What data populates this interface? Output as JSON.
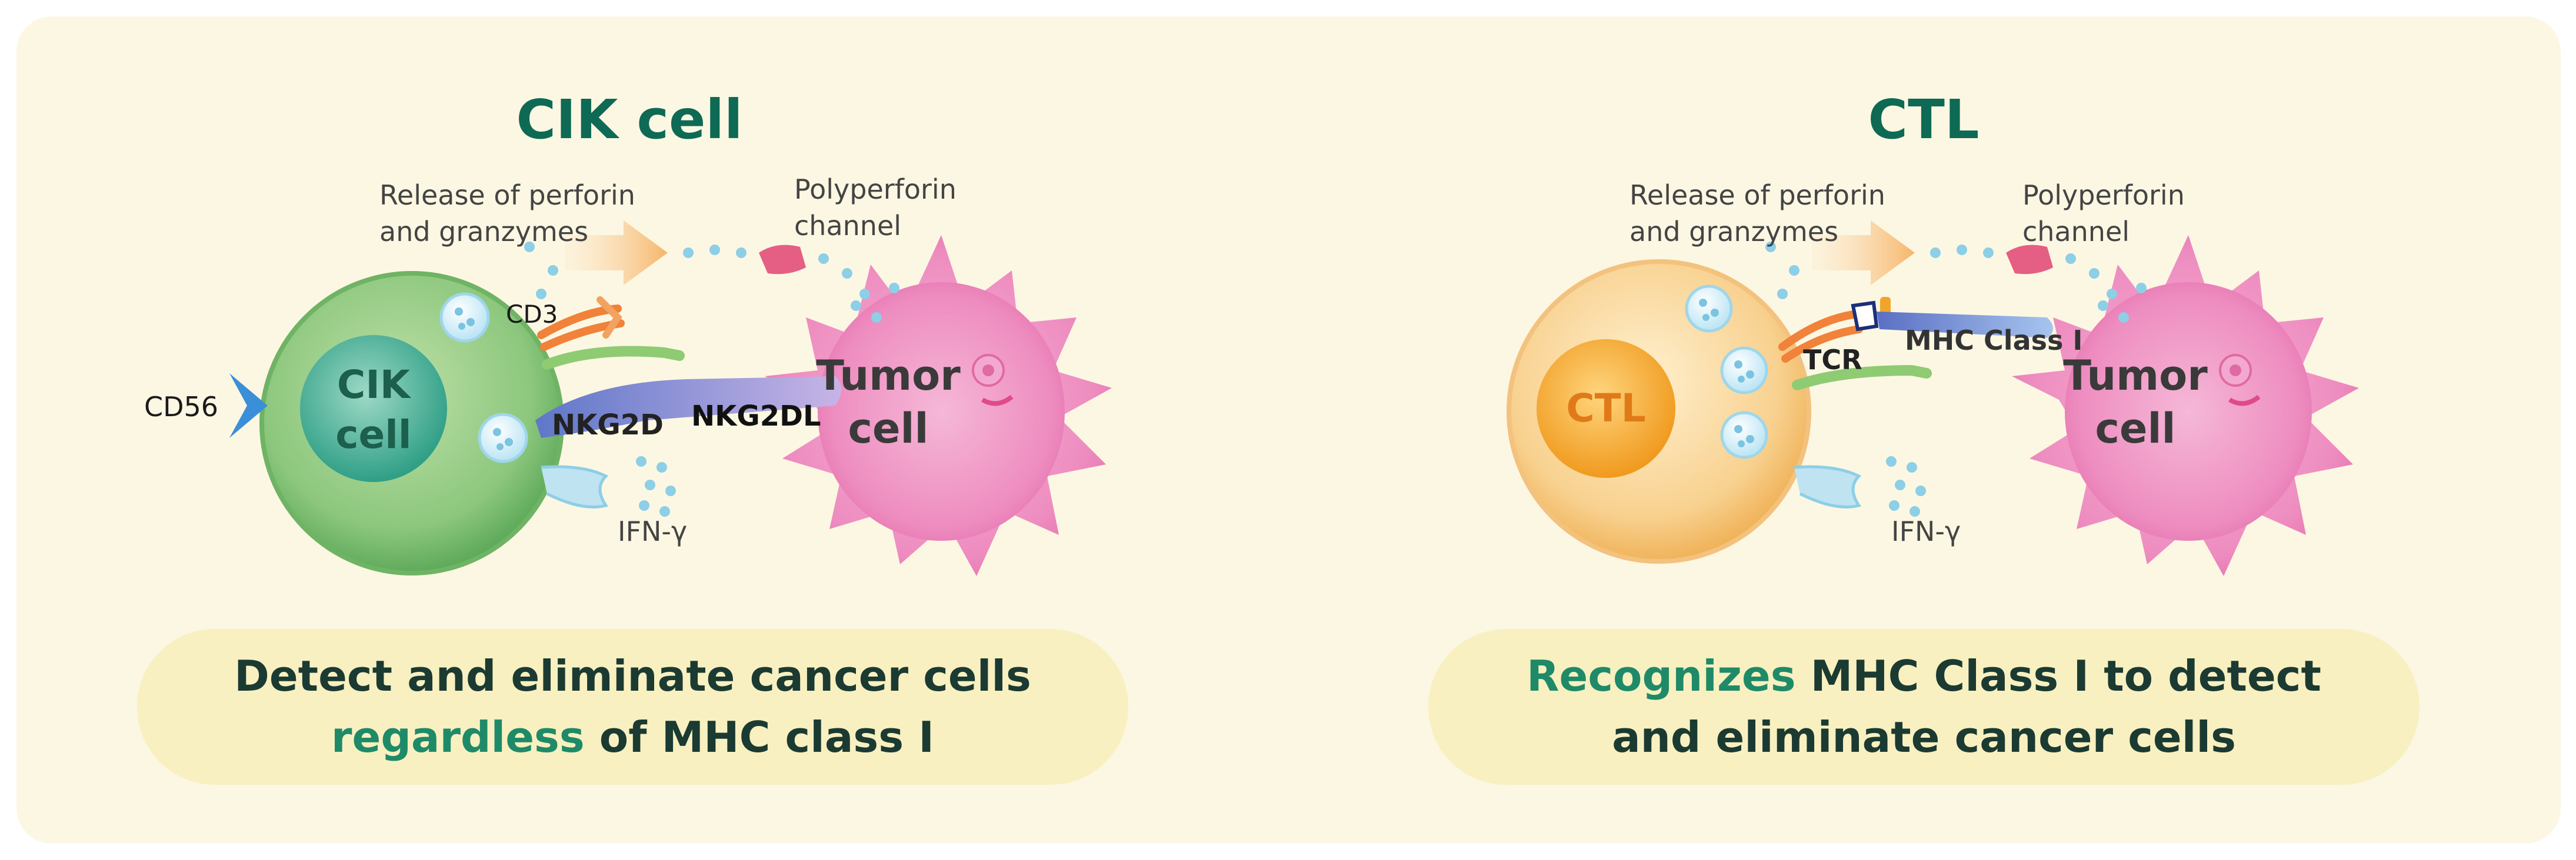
{
  "left_panel": {
    "title": "CIK cell",
    "perforin_label_line1": "Release of perforin",
    "perforin_label_line2": "and granzymes",
    "channel_label_line1": "Polyperforin",
    "channel_label_line2": "channel",
    "cd3_label": "CD3",
    "cd56_label": "CD56",
    "cell_label_line1": "CIK",
    "cell_label_line2": "cell",
    "nkg2d_label": "NKG2D",
    "nkg2dl_label": "NKG2DL",
    "tumor_label_line1": "Tumor",
    "tumor_label_line2": "cell",
    "ifn_label": "IFN-γ",
    "caption_line1": "Detect and eliminate cancer cells",
    "caption_highlight": "regardless",
    "caption_line2_rest": " of MHC class I"
  },
  "right_panel": {
    "title": "CTL",
    "perforin_label_line1": "Release of perforin",
    "perforin_label_line2": "and granzymes",
    "channel_label_line1": "Polyperforin",
    "channel_label_line2": "channel",
    "tcr_label": "TCR",
    "mhc_label": "MHC Class I",
    "cell_label": "CTL",
    "tumor_label_line1": "Tumor",
    "tumor_label_line2": "cell",
    "ifn_label": "IFN-γ",
    "caption_highlight": "Recognizes",
    "caption_line1_rest": " MHC Class I to detect",
    "caption_line2": "and eliminate cancer cells"
  },
  "colors": {
    "background_panel": "#fcf7e3",
    "caption_box": "#f8f0c0",
    "title_green": "#0e6a54",
    "highlight_green": "#1f8a68",
    "cik_cell": "#7dbb72",
    "cik_nucleus": "#3aa78e",
    "ctl_cell": "#f6c87a",
    "ctl_nucleus": "#f0a52a",
    "tumor_cell": "#f19ac8",
    "granule_dots": "#8ccfe6"
  }
}
